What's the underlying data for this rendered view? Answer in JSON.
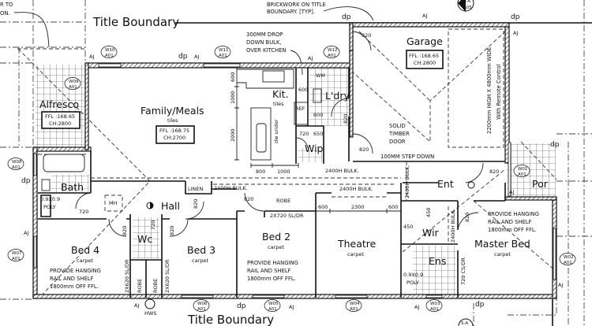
{
  "boundary": {
    "top_label": "Title Boundary",
    "bottom_label": "Title Boundary"
  },
  "top_notes": {
    "brickwork": [
      "BRICKWORK ON TITLE",
      "BOUNDARY. [TYP]."
    ],
    "left_fragment": [
      "R TO",
      "ON."
    ],
    "drop_bulk": [
      "300MM DROP",
      "DOWN BULK,",
      "OVER KITCHEN"
    ]
  },
  "rooms": {
    "alfresco": {
      "name": "Alfresco",
      "ffl": "FFL :168.65",
      "ch": "CH:2800"
    },
    "family": {
      "name": "Family/Meals",
      "finish": "tiles",
      "ffl": "FFL :168.75",
      "ch": "CH:2700"
    },
    "kitchen": {
      "name": "Kit.",
      "finish": "tiles"
    },
    "laundry": {
      "name": "L'dry"
    },
    "wip": {
      "name": "Wip"
    },
    "garage": {
      "name": "Garage",
      "ffl": "FFL :168.65",
      "ch": "CH:2800"
    },
    "bath": {
      "name": "Bath"
    },
    "hall": {
      "name": "Hall"
    },
    "entry": {
      "name": "Ent"
    },
    "porch": {
      "name": "Por"
    },
    "bed4": {
      "name": "Bed 4",
      "finish": "carpet"
    },
    "wc": {
      "name": "Wc"
    },
    "bed3": {
      "name": "Bed 3",
      "finish": "carpet"
    },
    "bed2": {
      "name": "Bed 2",
      "finish": "carpet"
    },
    "theatre": {
      "name": "Theatre",
      "finish": "carpet"
    },
    "wir": {
      "name": "Wir"
    },
    "ensuite": {
      "name": "Ens"
    },
    "master": {
      "name": "Master Bed",
      "finish": "carpet"
    }
  },
  "notes": {
    "hanging_rail": [
      "PROVIDE HANGING",
      "RAIL AND SHELF",
      "1800mm OFF FFL."
    ],
    "solid_door": [
      "SOLID",
      "TIMBER",
      "DOOR"
    ],
    "step_down": "100MM STEP DOWN",
    "garage_door": [
      "2200mm HIGH X 4800mm WIDE",
      "With Remote Control"
    ],
    "bulkhead": "2400H BULK.",
    "linen": "LINEN",
    "robe": "ROBE",
    "robe_door_bed2": "2X720 SL/DR",
    "robe_door_small": "2X620 SL/DR",
    "ens_door": "720 CS/DR",
    "manhole": "MH",
    "hot_water": "HWS",
    "shower": [
      "0.9X0.9",
      "POLY"
    ],
    "fridge": "REF",
    "washing_machine": "WM",
    "dishwasher": "dw under"
  },
  "dimensions": {
    "kitchen_vertical": [
      "600",
      "1000",
      "2090"
    ],
    "kitchen_horizontal": [
      "800",
      "1000"
    ],
    "theatre": [
      "600",
      "2300",
      "600"
    ],
    "door_820": "820",
    "door_720": "720",
    "bench_600": "600",
    "wip_650": "650",
    "wir_450": "450"
  },
  "window_tags": [
    {
      "id": "W10",
      "sheet": "A01"
    },
    {
      "id": "W11",
      "sheet": "A01"
    },
    {
      "id": "W12",
      "sheet": "A01"
    },
    {
      "id": "W09",
      "sheet": "A01"
    },
    {
      "id": "W08",
      "sheet": "A01"
    },
    {
      "id": "W07",
      "sheet": "A01"
    },
    {
      "id": "W06",
      "sheet": "A01"
    },
    {
      "id": "W05",
      "sheet": "A01"
    },
    {
      "id": "W04",
      "sheet": "A01"
    },
    {
      "id": "W03",
      "sheet": "A01"
    },
    {
      "id": "W02",
      "sheet": "A01"
    },
    {
      "id": "W01",
      "sheet": "A01"
    }
  ],
  "section_marker": {
    "id": "S-A",
    "sheet": "A05"
  },
  "markers": {
    "downpipe": "dp",
    "articulation_joint": "AJ"
  }
}
